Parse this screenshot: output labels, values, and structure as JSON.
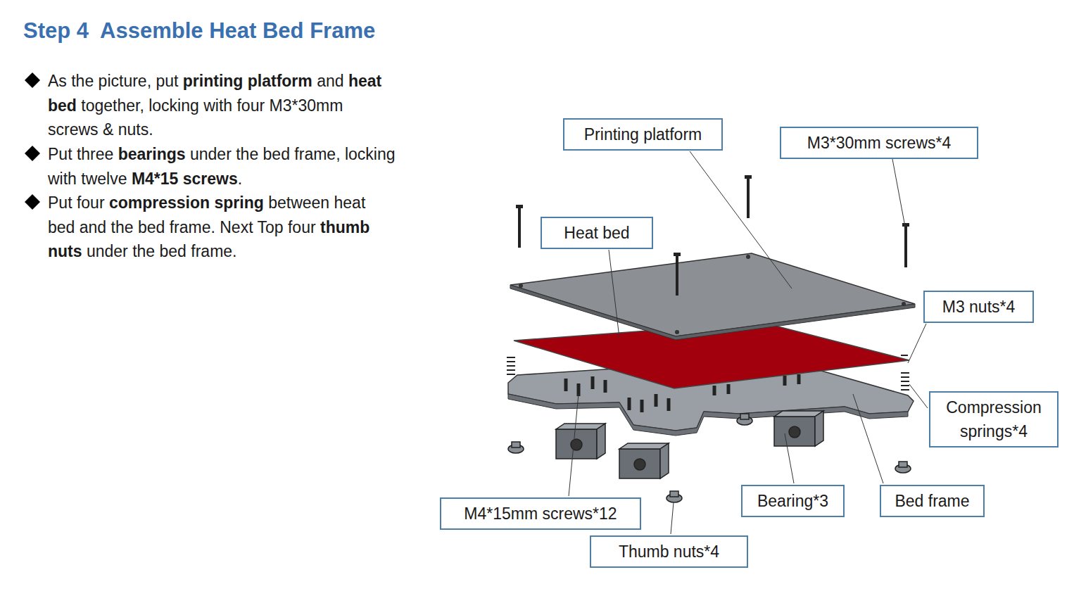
{
  "diagram": {
    "title": "Step 4  Assemble Heat Bed Frame",
    "nodes": [
      {
        "text": [
          "Printing platform"
        ]
      },
      {
        "text": [
          "M3*30mm screws*4"
        ]
      },
      {
        "text": [
          "Heat bed"
        ]
      },
      {
        "text": [
          "M3 nuts*4"
        ]
      },
      {
        "text": [
          "Compression springs*4"
        ]
      },
      {
        "text": [
          "Bearing*3"
        ]
      },
      {
        "text": [
          "Bed frame"
        ]
      },
      {
        "text": [
          "M4*15mm screws*12"
        ]
      },
      {
        "text": [
          "Thumb nuts*4"
        ]
      }
    ],
    "labels": [
      "As the picture, put",
      "printing platform",
      "and",
      "heat bed",
      "together, locking with four M3*30mm screws & nuts.",
      "Put three",
      "bearings",
      "under the bed frame, locking with twelve",
      "M4*15 screws",
      ".",
      "Put four",
      "compression spring",
      "between heat bed and the bed frame. Next Top four",
      "thumb nuts",
      "under the bed frame."
    ]
  }
}
